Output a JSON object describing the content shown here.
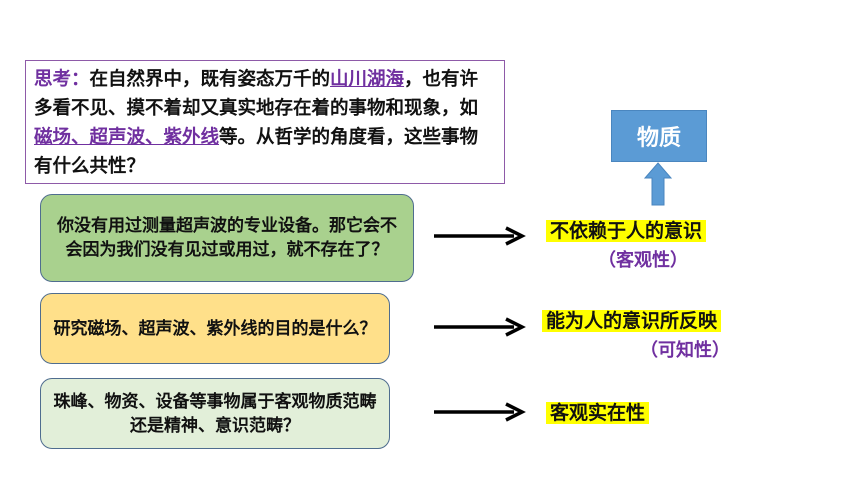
{
  "think": {
    "label": "思考：",
    "text1": "在自然界中，既有姿态万千的",
    "underline1": "山川湖海",
    "text2": "，也有许多看不见、摸不着却又真实地存在着的事物和现象，如",
    "underline2": "磁场、超声波、紫外线",
    "text3": "等。从哲学的角度看，这些事物有什么共性？"
  },
  "questions": [
    {
      "text": "你没有用过测量超声波的专业设备。那它会不会因为我们没有见过或用过，就不存在了？"
    },
    {
      "text": "研究磁场、超声波、紫外线的目的是什么？"
    },
    {
      "text": "珠峰、物资、设备等事物属于客观物质范畴还是精神、意识范畴？"
    }
  ],
  "answers": [
    {
      "main": "不依赖于人的意识",
      "sub": "（客观性）"
    },
    {
      "main": "能为人的意识所反映",
      "sub": "（可知性）"
    },
    {
      "main": "客观实在性"
    }
  ],
  "matter": {
    "label": "物质"
  },
  "colors": {
    "purple": "#7030a0",
    "green": "#a9d18e",
    "yellow": "#ffe08a",
    "light_green": "#e2efd9",
    "blue": "#5b9bd5",
    "highlight": "#ffff00"
  }
}
